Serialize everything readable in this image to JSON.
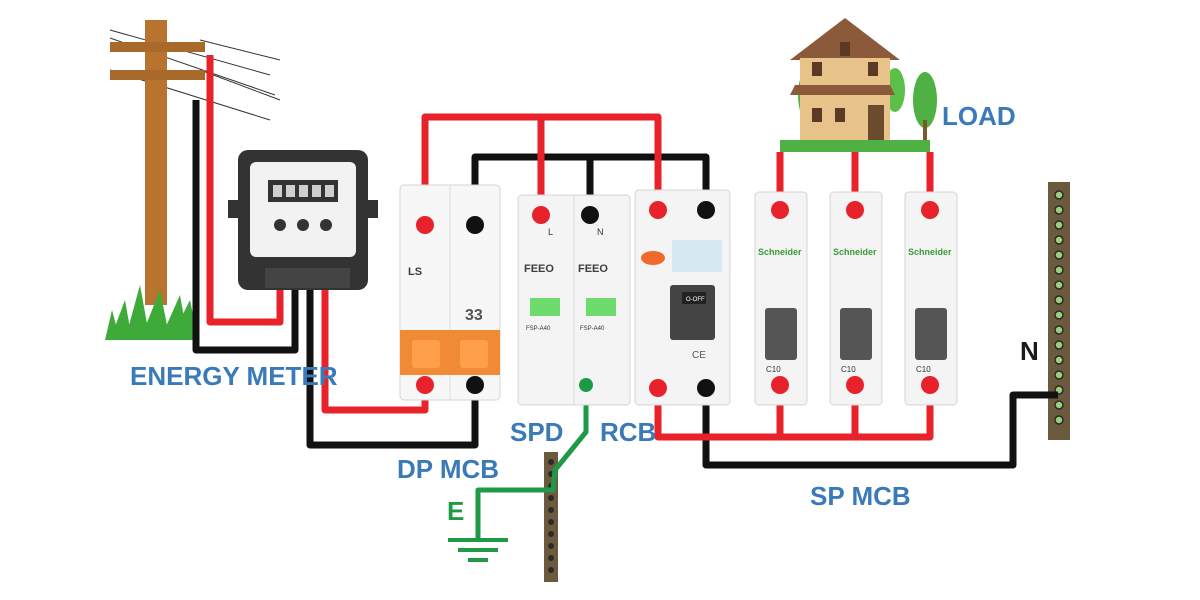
{
  "labels": {
    "energy_meter": "ENERGY METER",
    "dp_mcb": "DP MCB",
    "spd": "SPD",
    "rcb": "RCB",
    "sp_mcb": "SP MCB",
    "load": "LOAD",
    "neutral": "N",
    "earth": "E"
  },
  "device_markings": {
    "ls_brand": "LS",
    "dp_rating": "33",
    "feeo_brand": "FEEO",
    "spd_terminal_l": "L",
    "spd_terminal_n": "N",
    "spd_model": "FSP-A40",
    "rcb_state": "O-OFF",
    "rcb_ce": "CE",
    "schneider_brand": "Schneider",
    "mcb_rating": "C10"
  },
  "colors": {
    "live_wire": "#e8222a",
    "neutral_wire": "#111111",
    "earth_wire": "#1e9a46",
    "label_blue": "#3b7ab8"
  }
}
